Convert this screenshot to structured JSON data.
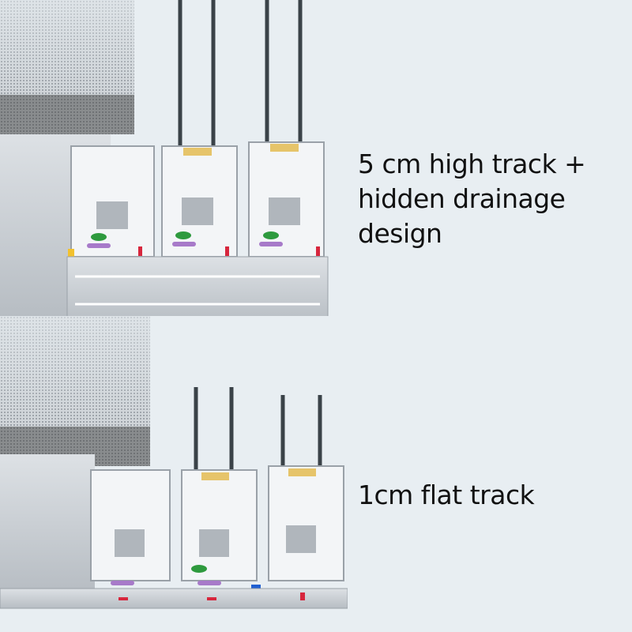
{
  "captions": {
    "high_track": [
      "5 cm high track +",
      "hidden drainage",
      "design"
    ],
    "flat_track": [
      "1cm flat track"
    ]
  },
  "colors": {
    "background": "#e8eef2",
    "aluminum": "#c9ced3",
    "seal_green": "#2e9a3e",
    "seal_purple": "#a77ac9",
    "seal_red": "#d7263d",
    "seal_yellow": "#f2c12e",
    "seal_blue": "#1f5fd1"
  }
}
